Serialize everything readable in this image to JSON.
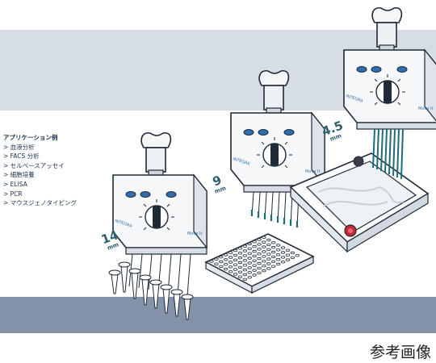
{
  "applications": {
    "title": "アプリケーション例",
    "items": [
      "> 血液分析",
      "> FACS 分析",
      "> セルベースアッセイ",
      "> 細胞培養",
      "> ELISA",
      "> PCR",
      "> マウスジェノタイピング"
    ]
  },
  "spacings": {
    "left": {
      "value": "14",
      "unit": "mm"
    },
    "center": {
      "value": "9",
      "unit": "mm"
    },
    "right": {
      "value": "4.5",
      "unit": "mm"
    }
  },
  "pipette_brand": "INTEGRA",
  "pipette_model": "Move It",
  "caption": "参考画像",
  "colors": {
    "band_light": "#d6dde4",
    "band_dark": "#8493a7",
    "text": "#1b2f4a",
    "accent_teal": "#2e5f6e",
    "tip_teal": "#1e6c7a"
  }
}
